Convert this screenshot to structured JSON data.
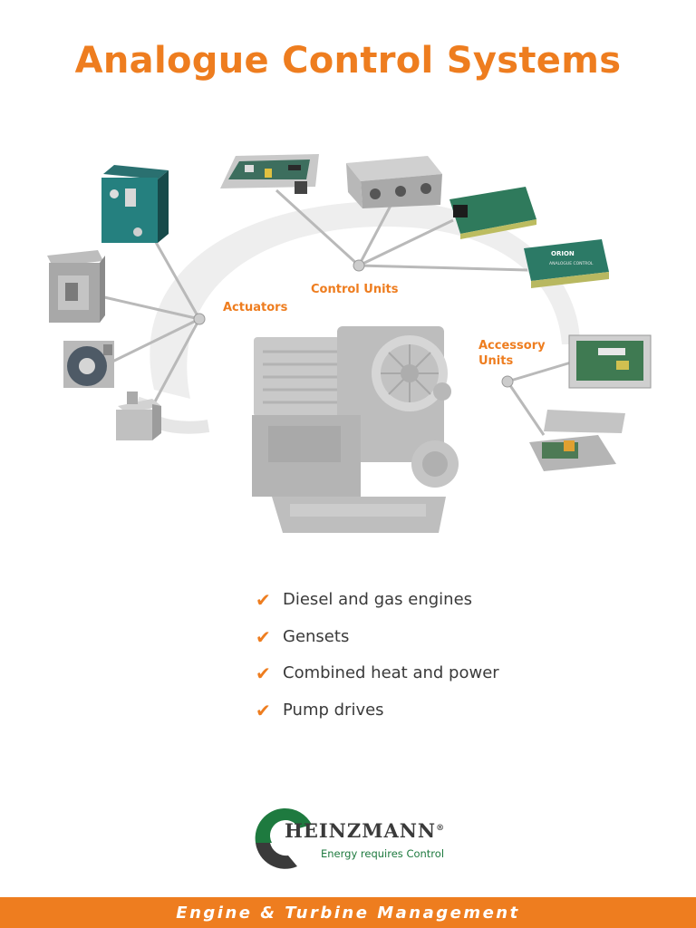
{
  "title": "Analogue Control Systems",
  "diagram": {
    "actuators_label": "Actuators",
    "control_units_label": "Control Units",
    "accessory_label_line1": "Accessory",
    "accessory_label_line2": "Units",
    "panel_brand": "ORION",
    "panel_text": "ANALOGUE CONTROL"
  },
  "bullets": [
    "Diesel and gas engines",
    "Gensets",
    "Combined heat and power",
    "Pump drives"
  ],
  "logo": {
    "brand": "HEINZMANN",
    "registered": "®",
    "tagline": "Energy requires Control"
  },
  "footer": "Engine & Turbine Management",
  "colors": {
    "accent": "#ee7d1f",
    "logo_green": "#1e7a3f",
    "text": "#3a3a3a"
  }
}
